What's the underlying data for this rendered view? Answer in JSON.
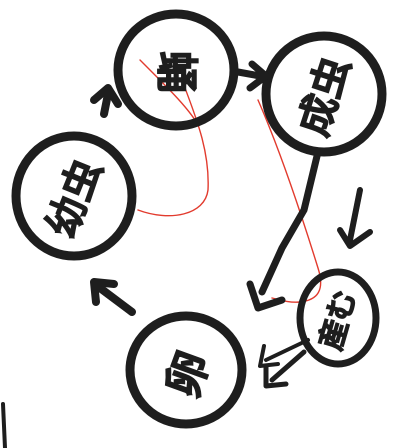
{
  "diagram": {
    "stages": {
      "egg": "卵",
      "larva": "幼虫",
      "pupa": "蛹",
      "adult": "成虫",
      "lay_eggs": "産む"
    },
    "colors": {
      "ink": "#1e1e1e",
      "accent": "#e23b2e"
    }
  }
}
